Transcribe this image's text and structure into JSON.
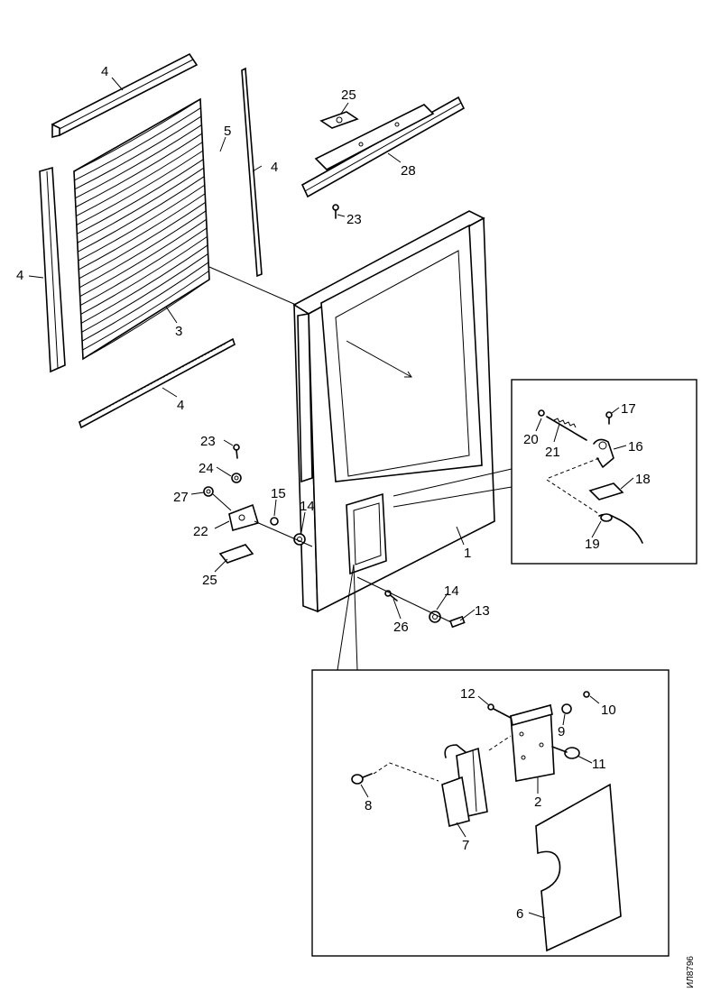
{
  "callouts": {
    "l4a": "4",
    "l5": "5",
    "l4b": "4",
    "l4c": "4",
    "l3": "3",
    "l4d": "4",
    "l25a": "25",
    "l28": "28",
    "l23a": "23",
    "l23b": "23",
    "l24": "24",
    "l27": "27",
    "l15": "15",
    "l14a": "14",
    "l22": "22",
    "l25b": "25",
    "l1": "1",
    "l14b": "14",
    "l13": "13",
    "l26": "26",
    "l17": "17",
    "l20": "20",
    "l21": "21",
    "l16": "16",
    "l18": "18",
    "l19": "19",
    "l12": "12",
    "l10": "10",
    "l9": "9",
    "l11": "11",
    "l8": "8",
    "l2": "2",
    "l7": "7",
    "l6": "6"
  },
  "drawing_code": "ИЛ8796"
}
